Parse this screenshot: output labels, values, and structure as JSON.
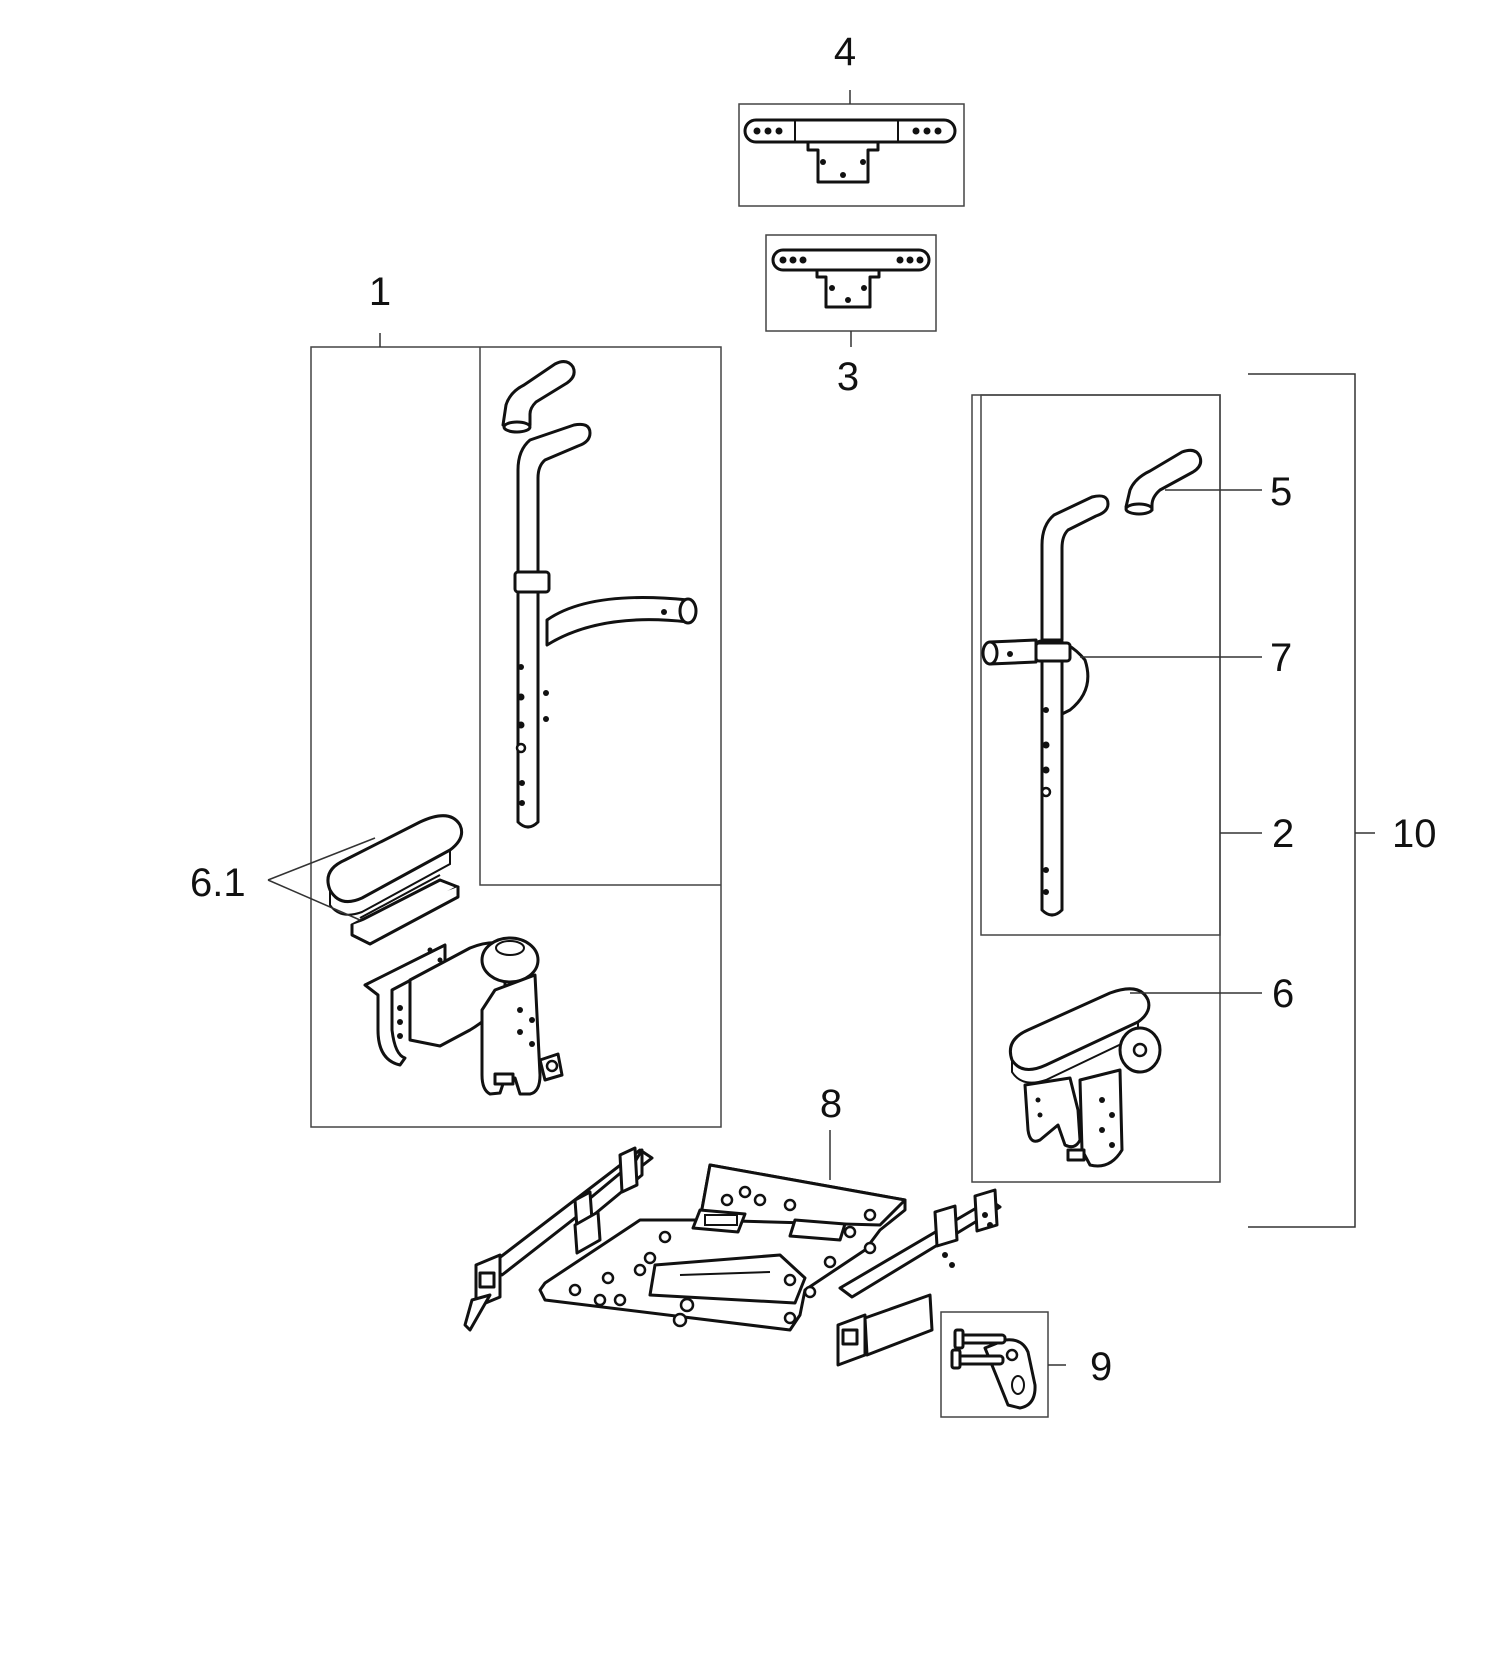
{
  "diagram": {
    "callouts": {
      "item_1": "1",
      "item_2": "2",
      "item_3": "3",
      "item_4": "4",
      "item_5": "5",
      "item_6": "6",
      "item_6_1": "6.1",
      "item_7": "7",
      "item_8": "8",
      "item_9": "9",
      "item_10": "10"
    },
    "colors": {
      "line": "#111111",
      "frame": "#444444",
      "background": "#ffffff"
    }
  }
}
